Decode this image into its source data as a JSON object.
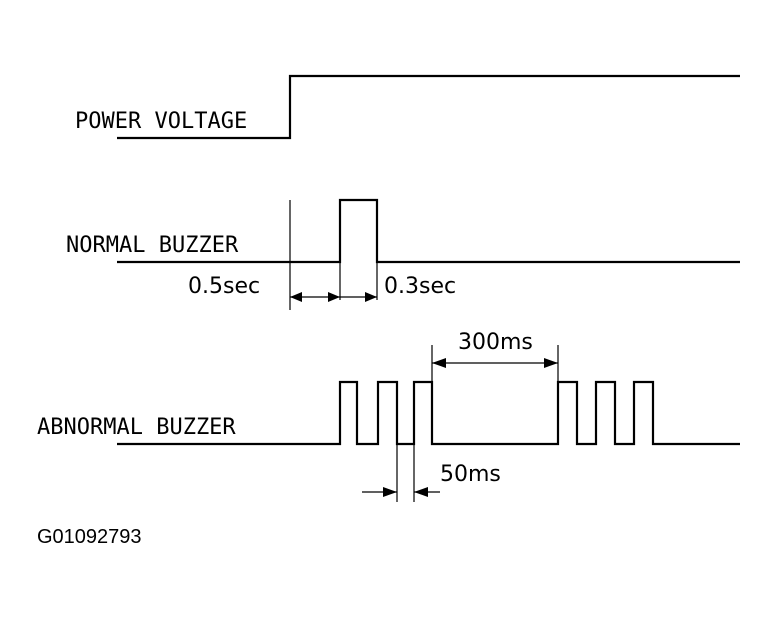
{
  "signals": {
    "power_voltage": {
      "label": "POWER VOLTAGE"
    },
    "normal_buzzer": {
      "label": "NORMAL BUZZER",
      "delay_label": "0.5sec",
      "pulse_label": "0.3sec"
    },
    "abnormal_buzzer": {
      "label": "ABNORMAL BUZZER",
      "gap_label": "300ms",
      "pulse_label": "50ms"
    }
  },
  "figure_code": "G01092793",
  "colors": {
    "line": "#000000",
    "background": "#ffffff"
  }
}
